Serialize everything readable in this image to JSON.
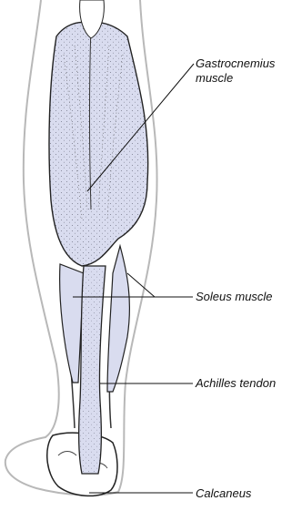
{
  "labels": {
    "gastrocnemius_line1": "Gastrocnemius",
    "gastrocnemius_line2": "muscle",
    "soleus": "Soleus muscle",
    "achilles": "Achilles tendon",
    "calcaneus": "Calcaneus"
  },
  "colors": {
    "muscle_fill": "#d9dcef",
    "outline": "#222222",
    "skin_outline": "#b8b8b8",
    "leader_line": "#111111"
  }
}
